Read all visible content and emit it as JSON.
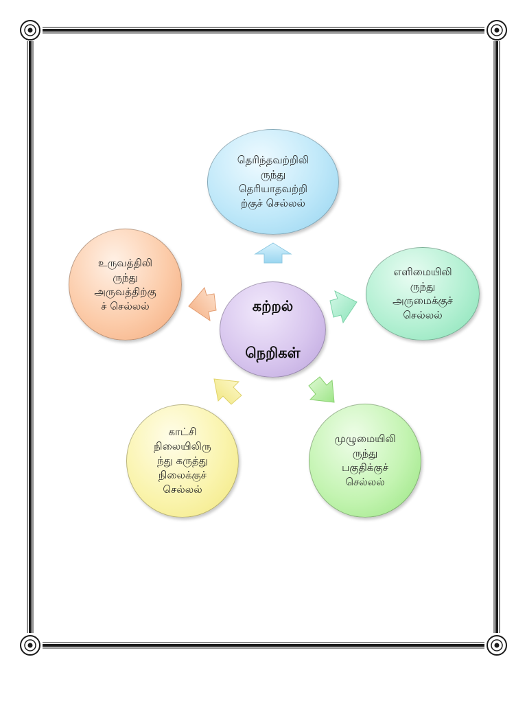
{
  "diagram": {
    "center": {
      "line1": "கற்றல்",
      "line2": "நெறிகள்"
    },
    "nodes": {
      "top": "தெரிந்தவற்றிலி\nருந்து\nதெரியாதவற்றி\nற்குச் செல்லல்",
      "right": "எளிமையிலி\nருந்து\nஅருமைக்குச்\nசெல்லல்",
      "bottom_right": "முழுமையிலி\nருந்து\nபகுதிக்குச்\nசெல்லல்",
      "bottom_left": "காட்சி\nநிலையிலிரு\nந்து கருத்து\nநிலைக்குச்\nசெல்லல்",
      "left": "உருவத்திலி\nருந்து\nஅருவத்திற்கு\nச் செல்லல்"
    },
    "colors": {
      "top": "#bfe8f9",
      "right": "#b4f0d3",
      "bottom_right": "#c4f4b2",
      "bottom_left": "#faf4ae",
      "left": "#fcccaa",
      "center": "#d8c6ee",
      "frame": "#1a1a1a"
    }
  }
}
